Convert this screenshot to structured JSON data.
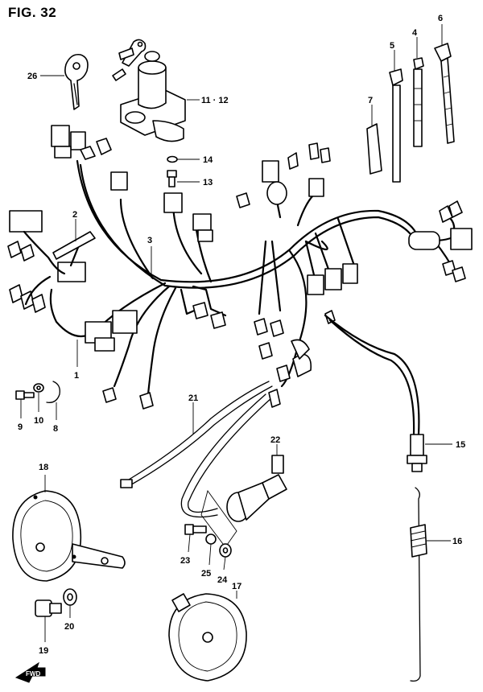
{
  "figure": {
    "title": "FIG. 32",
    "fwd_label": "FWD"
  },
  "callouts": [
    "26",
    "11 · 12",
    "14",
    "13",
    "5",
    "4",
    "6",
    "7",
    "2",
    "3",
    "1",
    "9",
    "10",
    "8",
    "21",
    "22",
    "15",
    "16",
    "18",
    "23",
    "25",
    "24",
    "17",
    "19",
    "20"
  ]
}
